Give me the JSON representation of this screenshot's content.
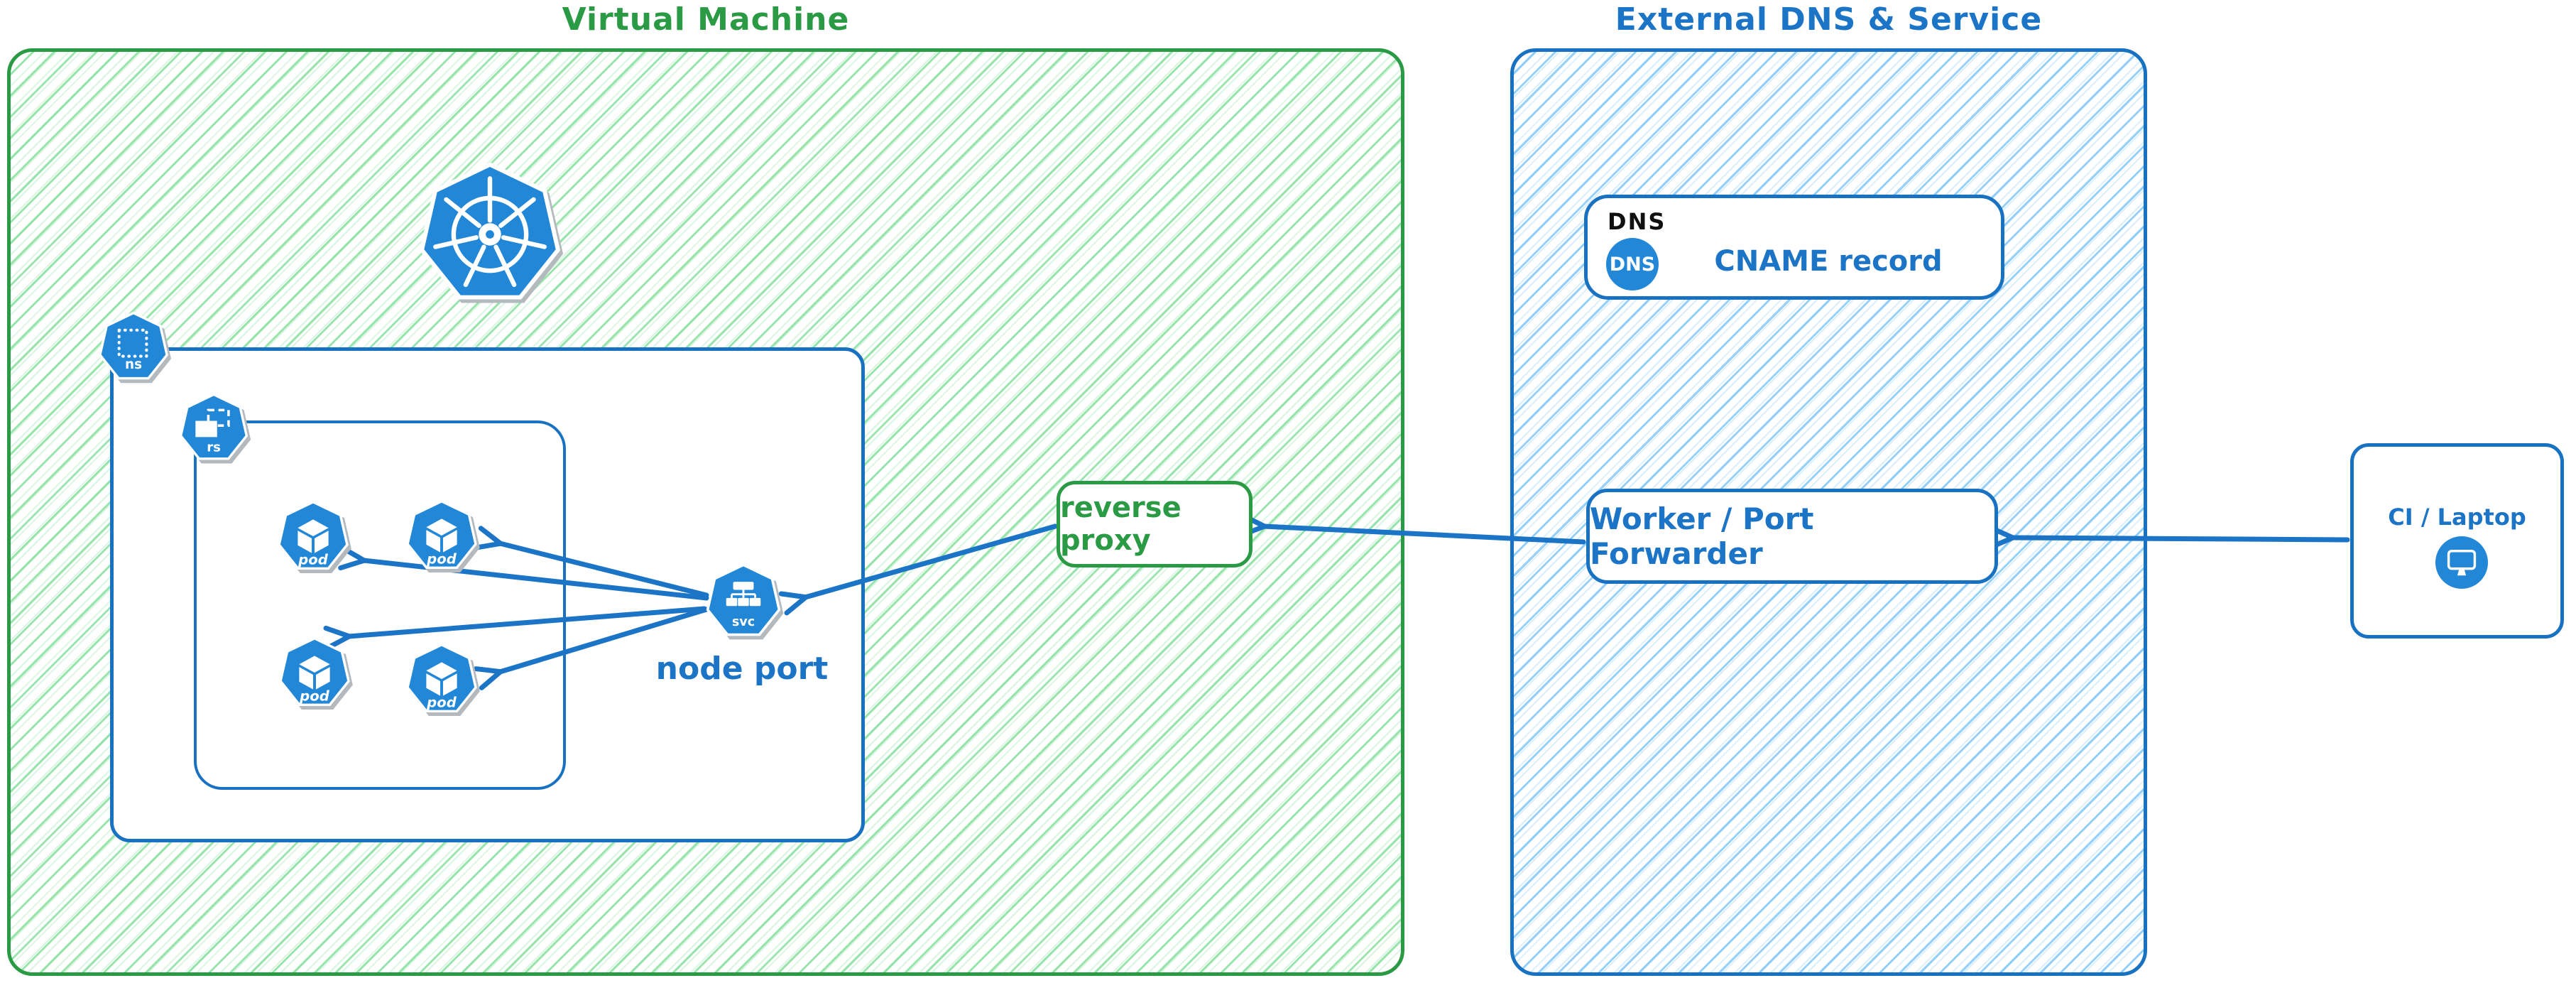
{
  "diagram": {
    "vm": {
      "title": "Virtual Machine",
      "kubernetes_logo": "kubernetes-logo",
      "namespace_badge": "ns",
      "replicaset_badge": "rs",
      "pods": [
        {
          "label": "pod"
        },
        {
          "label": "pod"
        },
        {
          "label": "pod"
        },
        {
          "label": "pod"
        }
      ],
      "service_badge": "svc",
      "service_label": "node port",
      "reverse_proxy_label": "reverse proxy"
    },
    "external": {
      "title": "External DNS & Service",
      "dns_card": {
        "corner_label": "DNS",
        "badge": "DNS",
        "label": "CNAME record"
      },
      "worker_label": "Worker / Port Forwarder"
    },
    "client": {
      "label": "CI / Laptop"
    },
    "connections": [
      {
        "from": "ci-laptop",
        "to": "worker-port-forwarder"
      },
      {
        "from": "worker-port-forwarder",
        "to": "reverse-proxy"
      },
      {
        "from": "reverse-proxy",
        "to": "node-port-service"
      },
      {
        "from": "node-port-service",
        "to": "pod-1"
      },
      {
        "from": "node-port-service",
        "to": "pod-2"
      },
      {
        "from": "node-port-service",
        "to": "pod-3"
      },
      {
        "from": "node-port-service",
        "to": "pod-4"
      }
    ]
  },
  "colors": {
    "green": "#2b9a44",
    "green_hatch": "#86e09e",
    "blue_text": "#1b74c5",
    "blue_border": "#1971c2",
    "blue_hatch": "#79c4f8",
    "icon_blue": "#2287d7",
    "black": "#101010"
  }
}
